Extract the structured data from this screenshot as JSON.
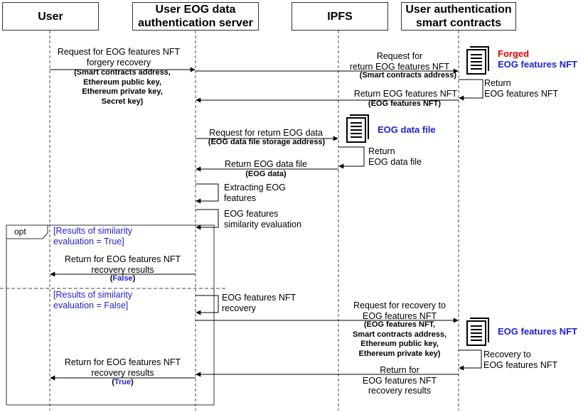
{
  "actors": [
    {
      "id": "user",
      "label": "User"
    },
    {
      "id": "server",
      "label": "User EOG data\nauthentication server"
    },
    {
      "id": "ipfs",
      "label": "IPFS"
    },
    {
      "id": "contracts",
      "label": "User authentication\nsmart contracts"
    }
  ],
  "messages": {
    "m1_title": "Request for EOG features NFT\nforgery recovery",
    "m1_params": "(Smart contracts address,\nEthereum public key,\nEthereum private key,\nSecret key)",
    "m2_title": "Request for\nreturn EOG features NFT",
    "m2_params": "(Smart contracts address)",
    "m3_self": "Return\nEOG features NFT",
    "m4_title": "Return EOG features NFT",
    "m4_params": "(EOG features NFT)",
    "m5_title": "Request for return EOG data",
    "m5_params": "(EOG data file storage address)",
    "m6_self": "Return\nEOG data file",
    "m7_title": "Return EOG data file",
    "m7_params": "(EOG data)",
    "m8_self": "Extracting EOG\nfeatures",
    "m9_self": "EOG features\nsimilarity evaluation",
    "m10_title": "Return for EOG features NFT\nrecovery results",
    "m10_params_open": "(",
    "m10_params_value": "False",
    "m10_params_close": ")",
    "m11_self": "EOG features NFT\nrecovery",
    "m12_title": "Request for recovery to\nEOG features NFT",
    "m12_params": "(EOG features NFT,\nSmart contracts address,\nEthereum public key,\nEthereum private key)",
    "m13_self": "Recovery to\nEOG features NFT",
    "m14_title": "Return for\nEOG features NFT\nrecovery results",
    "m15_title": "Return for EOG features NFT\nrecovery results",
    "m15_params_open": "(",
    "m15_params_value": "True",
    "m15_params_close": ")"
  },
  "opt": {
    "label": "opt",
    "guard_true": "[Results of similarity\nevaluation = True]",
    "guard_false": "[Results of similarity\nevaluation = False]"
  },
  "documents": {
    "forged_nft_line1": "Forged",
    "forged_nft_line2": "EOG features NFT",
    "eog_file": "EOG data file",
    "nft": "EOG features NFT"
  },
  "colors": {
    "guard": "#1f1fd8",
    "forged": "#e00000",
    "doc_label": "#1f1fd8"
  },
  "icons": [
    "document-icon"
  ]
}
